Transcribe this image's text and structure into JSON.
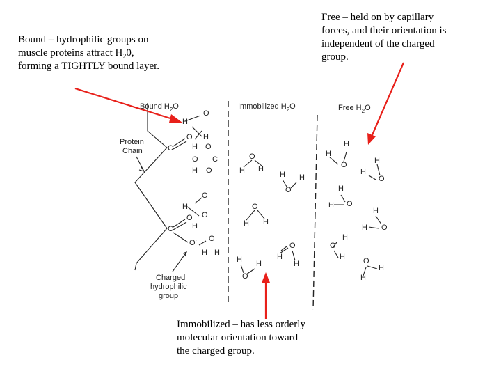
{
  "captions": {
    "bound_pre": "Bound – hydrophilic   groups on",
    "bound_line2_a": "muscle proteins attract H",
    "bound_line2_sub": "2",
    "bound_line2_b": "0,",
    "bound_line3": "forming a TIGHTLY bound layer.",
    "free_line1": "Free – held on  by capillary",
    "free_line2": "forces, and their orientation is",
    "free_line3": "independent of the charged",
    "free_line4": "group.",
    "immob_line1": "Immobilized – has less orderly",
    "immob_line2": "molecular orientation toward",
    "immob_line3": "the charged group."
  },
  "diagram": {
    "bound_label": "Bound H",
    "bound_sub": "2",
    "bound_tail": "O",
    "immob_label": "Immobilized H",
    "immob_sub": "2",
    "immob_tail": "O",
    "free_label": "Free H",
    "free_sub": "2",
    "free_tail": "O",
    "protein_line1": "Protein",
    "protein_line2": "Chain",
    "charged_line1": "Charged",
    "charged_line2": "hydrophilic",
    "charged_line3": "group"
  },
  "colors": {
    "arrow": "#e8201a",
    "ink": "#222222"
  }
}
